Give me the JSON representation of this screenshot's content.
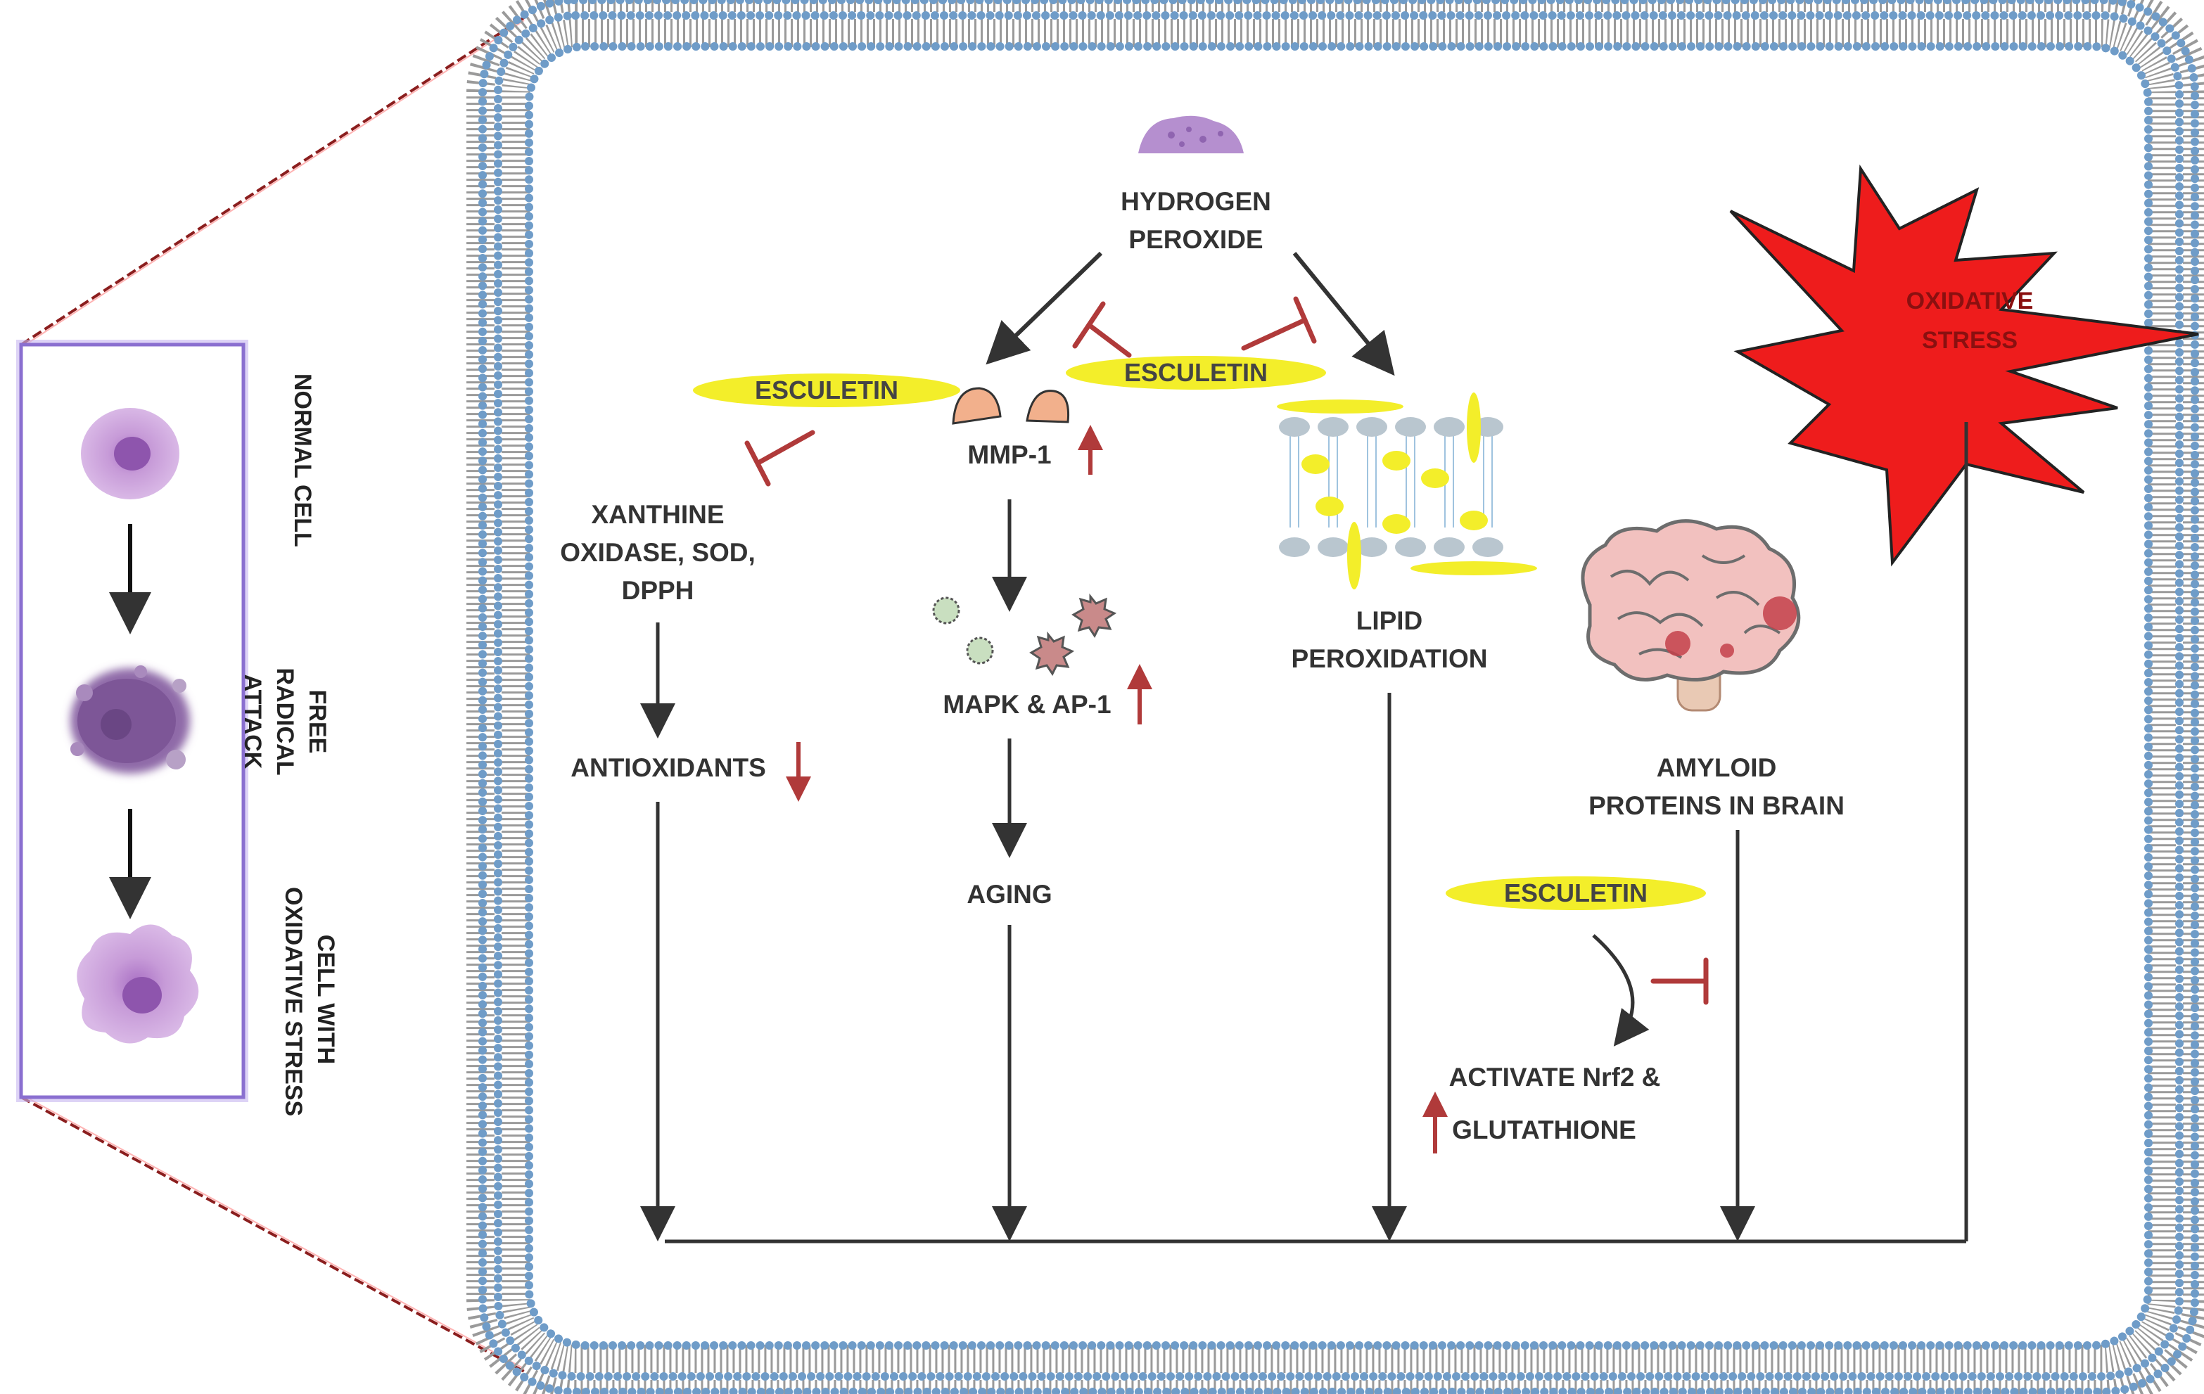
{
  "colors": {
    "membrane_head": "#6f9cc8",
    "membrane_tail": "#9a9a9a",
    "arrow": "#333333",
    "inhibit": "#b03a3a",
    "up_down_arrow": "#b03a3a",
    "esculetin_fill": "#f3ee2a",
    "starburst": "#ee1c1c",
    "cell_purple": "#c79bd8",
    "zoom_box": "#8a6fd0",
    "zoom_lines": "#8b1e1e"
  },
  "left_panel": {
    "normal_cell": "NORMAL CELL",
    "free_radical_attack": "FREE RADICAL ATTACK",
    "cell_with_oxidative_stress_line1": "CELL WITH",
    "cell_with_oxidative_stress_line2": "OXIDATIVE STRESS"
  },
  "main": {
    "hydrogen_peroxide_line1": "HYDROGEN",
    "hydrogen_peroxide_line2": "PEROXIDE",
    "esculetin_left": "ESCULETIN",
    "esculetin_center": "ESCULETIN",
    "esculetin_bottom": "ESCULETIN",
    "mmp1": "MMP-1",
    "xanthine_line1": "XANTHINE",
    "xanthine_line2": "OXIDASE, SOD,",
    "xanthine_line3": "DPPH",
    "antioxidants": "ANTIOXIDANTS",
    "mapk": "MAPK & AP-1",
    "aging": "AGING",
    "lipid_line1": "LIPID",
    "lipid_line2": "PEROXIDATION",
    "amyloid_line1": "AMYLOID",
    "amyloid_line2": "PROTEINS IN BRAIN",
    "activate_nrf2": "ACTIVATE Nrf2 &",
    "glutathione": "GLUTATHIONE",
    "oxidative_stress_line1": "OXIDATIVE",
    "oxidative_stress_line2": "STRESS"
  },
  "icons": {
    "cell": "cell-icon",
    "brain": "brain-icon",
    "lipid_bilayer": "lipid-bilayer-icon",
    "starburst": "starburst-icon"
  }
}
